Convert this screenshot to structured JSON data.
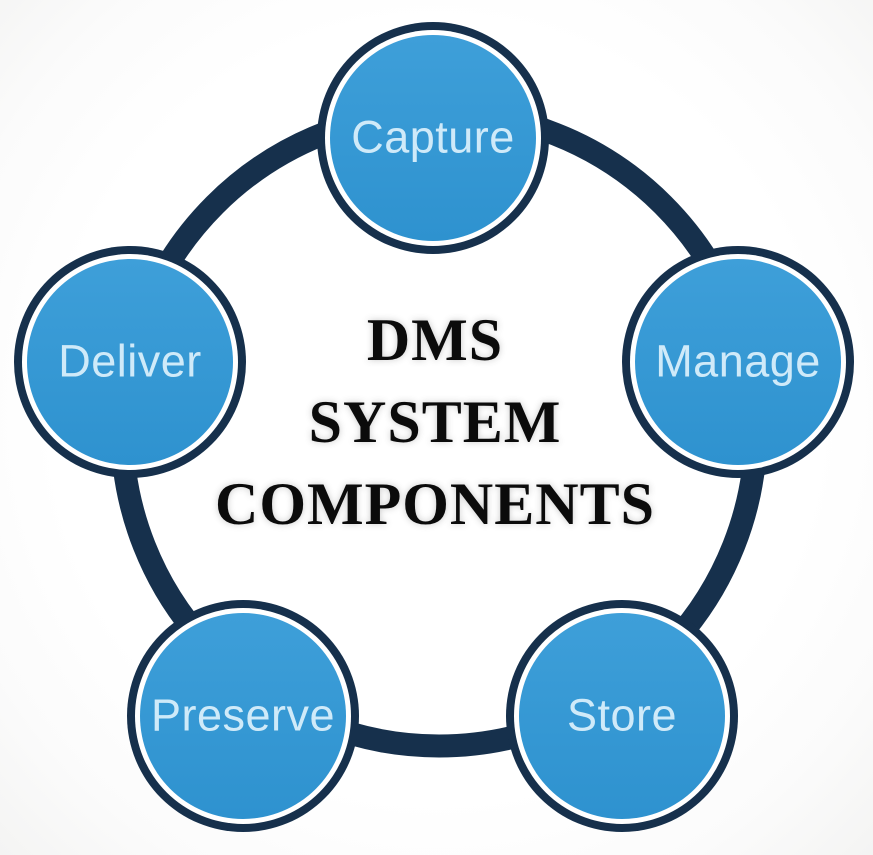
{
  "diagram": {
    "title": "DMS SYSTEM COMPONENTS",
    "title_lines": [
      "DMS",
      "SYSTEM",
      "COMPONENTS"
    ],
    "nodes": [
      {
        "id": "capture",
        "label": "Capture"
      },
      {
        "id": "manage",
        "label": "Manage"
      },
      {
        "id": "store",
        "label": "Store"
      },
      {
        "id": "preserve",
        "label": "Preserve"
      },
      {
        "id": "deliver",
        "label": "Deliver"
      }
    ],
    "colors": {
      "background": "#fdfdfd",
      "ring": "#16304c",
      "node_border": "#16304c",
      "gap_ring": "#ffffff",
      "node_fill": "#2e92cf",
      "node_fill_light": "#3e9fd9",
      "label_text": "#cfeaf9",
      "title_text": "#0b0b0b"
    }
  }
}
